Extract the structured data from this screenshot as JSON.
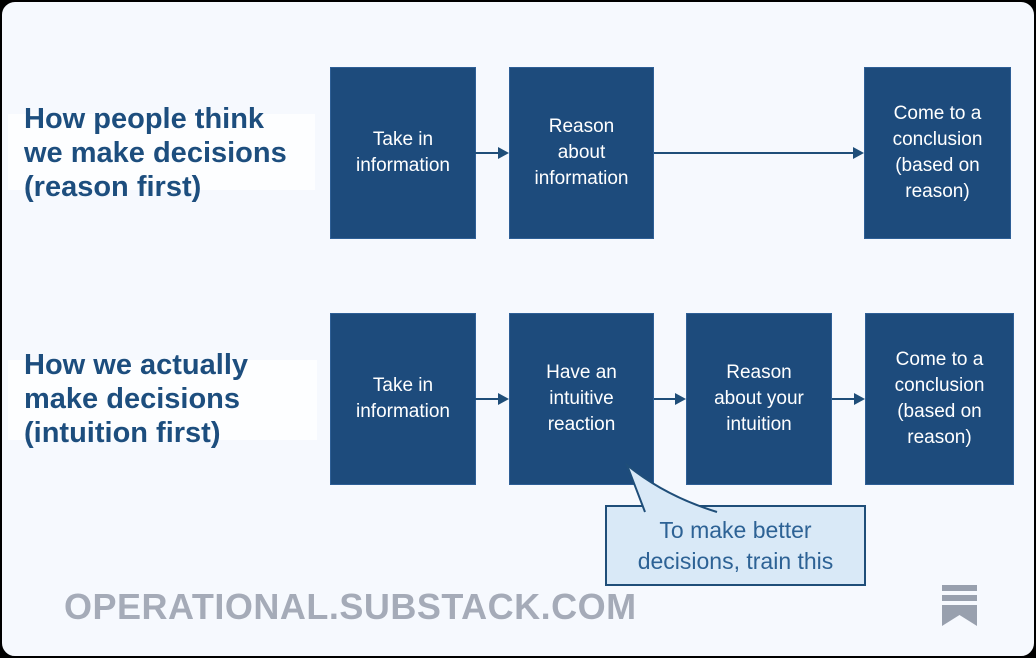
{
  "colors": {
    "canvas_background": "#f6f9fe",
    "box_fill": "#1d4b7c",
    "box_border": "#2e5f96",
    "box_text": "#ffffff",
    "title_text": "#1d4e7e",
    "arrow": "#1f4e79",
    "callout_fill": "#d9e9f7",
    "callout_border": "#1f4e79",
    "callout_text": "#2d6295",
    "watermark_text": "#a5abb8",
    "logo_gray": "#98a0ae"
  },
  "rows": [
    {
      "title": "How people think\nwe make decisions\n(reason first)",
      "boxes": [
        {
          "label": "Take in\ninformation"
        },
        {
          "label": "Reason\nabout\ninformation"
        },
        {
          "label": "Come to a\nconclusion\n(based on\nreason)"
        }
      ]
    },
    {
      "title": "How we actually\nmake decisions\n(intuition first)",
      "boxes": [
        {
          "label": "Take in\ninformation"
        },
        {
          "label": "Have an\nintuitive\nreaction"
        },
        {
          "label": "Reason\nabout your\nintuition"
        },
        {
          "label": "Come to a\nconclusion\n(based on\nreason)"
        }
      ]
    }
  ],
  "callout": {
    "text": "To make better\ndecisions, train this"
  },
  "footer": {
    "watermark": "OPERATIONAL.SUBSTACK.COM",
    "logo_icon": "substack-bookmark-icon"
  }
}
